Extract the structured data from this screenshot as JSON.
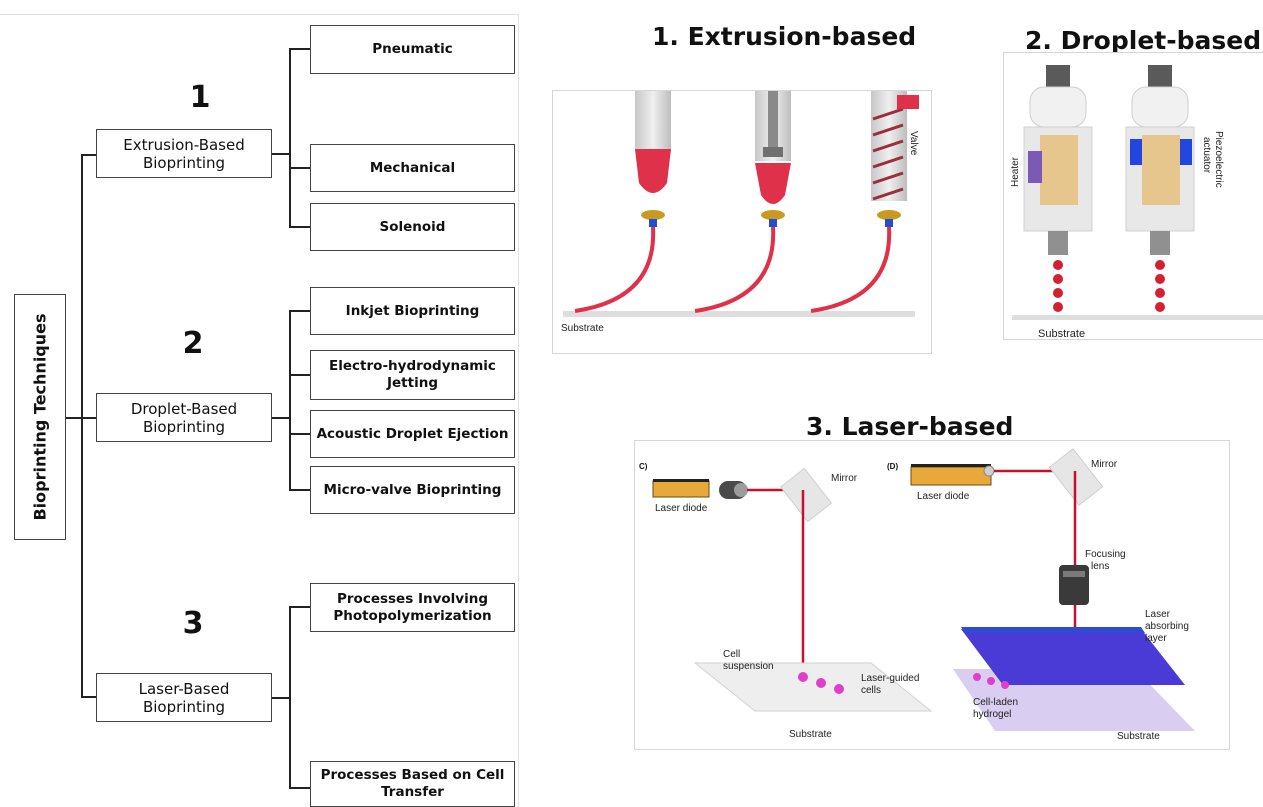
{
  "tree": {
    "root": "Bioprinting Techniques",
    "categories": [
      {
        "number": "1",
        "label": "Extrusion-Based Bioprinting",
        "methods": [
          "Pneumatic",
          "Mechanical",
          "Solenoid"
        ]
      },
      {
        "number": "2",
        "label": "Droplet-Based Bioprinting",
        "methods": [
          "Inkjet Bioprinting",
          "Electro-hydrodynamic Jetting",
          "Acoustic Droplet Ejection",
          "Micro-valve Bioprinting"
        ]
      },
      {
        "number": "3",
        "label": "Laser-Based Bioprinting",
        "methods": [
          "Processes Involving Photopolymerization",
          "Processes Based on Cell Transfer"
        ]
      }
    ]
  },
  "panels": {
    "extrusion": {
      "title": "1. Extrusion-based",
      "substrate": "Substrate",
      "valve": "Valve"
    },
    "droplet": {
      "title": "2. Droplet-based",
      "heater": "Heater",
      "piezo_1": "Piezoelectric",
      "piezo_2": "actuator",
      "substrate": "Substrate"
    },
    "laser": {
      "title": "3. Laser-based",
      "c": {
        "tag": "C)",
        "mirror": "Mirror",
        "diode": "Laser diode",
        "cell_1": "Cell",
        "cell_2": "suspension",
        "guided_1": "Laser-guided",
        "guided_2": "cells",
        "substrate": "Substrate"
      },
      "d": {
        "tag": "(D)",
        "mirror": "Mirror",
        "diode": "Laser diode",
        "lens_1": "Focusing",
        "lens_2": "lens",
        "abs_1": "Laser",
        "abs_2": "absorbing",
        "abs_3": "layer",
        "hydro_1": "Cell-laden",
        "hydro_2": "hydrogel",
        "substrate": "Substrate"
      }
    }
  },
  "colors": {
    "bioink": "#e0314a",
    "nozzle_ring": "#c99a1f",
    "nozzle_tip": "#1f4fd6",
    "laser": "#c8102e",
    "absorbing_layer": "#4a3bd6",
    "cells": "#e23fc9",
    "piezo": "#2346e0",
    "heater": "#7a5ab5"
  }
}
